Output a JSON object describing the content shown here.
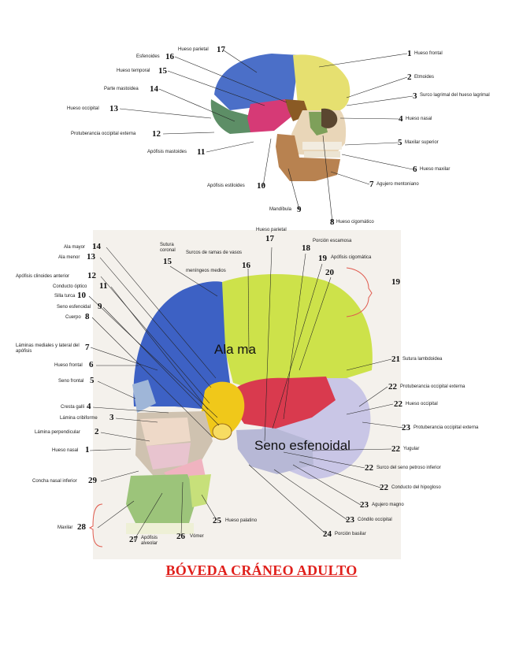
{
  "title": "BÓVEDA CRÁNEO ADULTO",
  "top_diagram": {
    "labels": [
      {
        "num": "1",
        "text": "Hueso frontal"
      },
      {
        "num": "2",
        "text": "Etmoides"
      },
      {
        "num": "3",
        "text": "Surco lagrimal del hueso lagrimal"
      },
      {
        "num": "4",
        "text": "Hueso nasal"
      },
      {
        "num": "5",
        "text": "Maxilar superior"
      },
      {
        "num": "6",
        "text": "Hueso maxilar"
      },
      {
        "num": "7",
        "text": "Agujero mentoniano"
      },
      {
        "num": "8",
        "text": "Hueso cigomático"
      },
      {
        "num": "9",
        "text": "Mandíbula"
      },
      {
        "num": "10",
        "text": "Apófisis estiloides"
      },
      {
        "num": "11",
        "text": "Apófisis mastoides"
      },
      {
        "num": "12",
        "text": "Protuberancia occipital externa"
      },
      {
        "num": "13",
        "text": "Hueso occipital"
      },
      {
        "num": "14",
        "text": "Parte mastoidea"
      },
      {
        "num": "15",
        "text": "Hueso temporal"
      },
      {
        "num": "16",
        "text": "Esfenoides"
      },
      {
        "num": "17",
        "text": "Hueso parietal"
      }
    ]
  },
  "bottom_diagram": {
    "overlay_1": "Ala ma",
    "overlay_2": "Seno esfenoidal",
    "labels": [
      {
        "num": "1",
        "text": "Hueso nasal"
      },
      {
        "num": "2",
        "text": "Lámina perpendicular"
      },
      {
        "num": "3",
        "text": "Lámina cribiforme"
      },
      {
        "num": "4",
        "text": "Cresta galli"
      },
      {
        "num": "5",
        "text": "Seno frontal"
      },
      {
        "num": "6",
        "text": "Hueso frontal"
      },
      {
        "num": "7",
        "text": "Láminas mediales y lateral del apófisis"
      },
      {
        "num": "8",
        "text": "Cuerpo"
      },
      {
        "num": "9",
        "text": "Seno esfenoidal"
      },
      {
        "num": "10",
        "text": "Silla turca"
      },
      {
        "num": "11",
        "text": "Conducto óptico"
      },
      {
        "num": "12",
        "text": "Apófisis clinoides anterior"
      },
      {
        "num": "13",
        "text": "Ala menor"
      },
      {
        "num": "14",
        "text": "Ala mayor"
      },
      {
        "num": "15",
        "text": "Sutura coronal"
      },
      {
        "num": "16",
        "text": "Surcos de ramas de vasos meníngeos medios"
      },
      {
        "num": "17",
        "text": "Hueso parietal"
      },
      {
        "num": "18",
        "text": "Porción escamosa"
      },
      {
        "num": "19",
        "text": "Apófisis cigomática"
      },
      {
        "num": "20",
        "text": ""
      },
      {
        "num": "19",
        "text": ""
      },
      {
        "num": "21",
        "text": "Sutura lambdoidea"
      },
      {
        "num": "22",
        "text": "Protuberancia occipital externa"
      },
      {
        "num": "22",
        "text": "Hueso occipital"
      },
      {
        "num": "23",
        "text": "Protuberancia occipital externa"
      },
      {
        "num": "22",
        "text": "Yugular"
      },
      {
        "num": "22",
        "text": "Surco del seno petroso inferior"
      },
      {
        "num": "22",
        "text": "Conducto del hipogloso"
      },
      {
        "num": "23",
        "text": "Agujero magno"
      },
      {
        "num": "23",
        "text": "Cóndilo occipital"
      },
      {
        "num": "24",
        "text": "Porción basilar"
      },
      {
        "num": "25",
        "text": "Hueso palatino"
      },
      {
        "num": "26",
        "text": "Vómer"
      },
      {
        "num": "27",
        "text": "Apófisis alveolar"
      },
      {
        "num": "28",
        "text": "Maxilar"
      },
      {
        "num": "29",
        "text": "Concha nasal inferior"
      }
    ]
  },
  "colors": {
    "title": "#e0201c",
    "frontal": "#e6e070",
    "parietal": "#4b6fc8",
    "occipital": "#c9c6e6",
    "temporal": "#d63a76",
    "sphenoid": "#f0c81a",
    "background": "#ffffff"
  }
}
